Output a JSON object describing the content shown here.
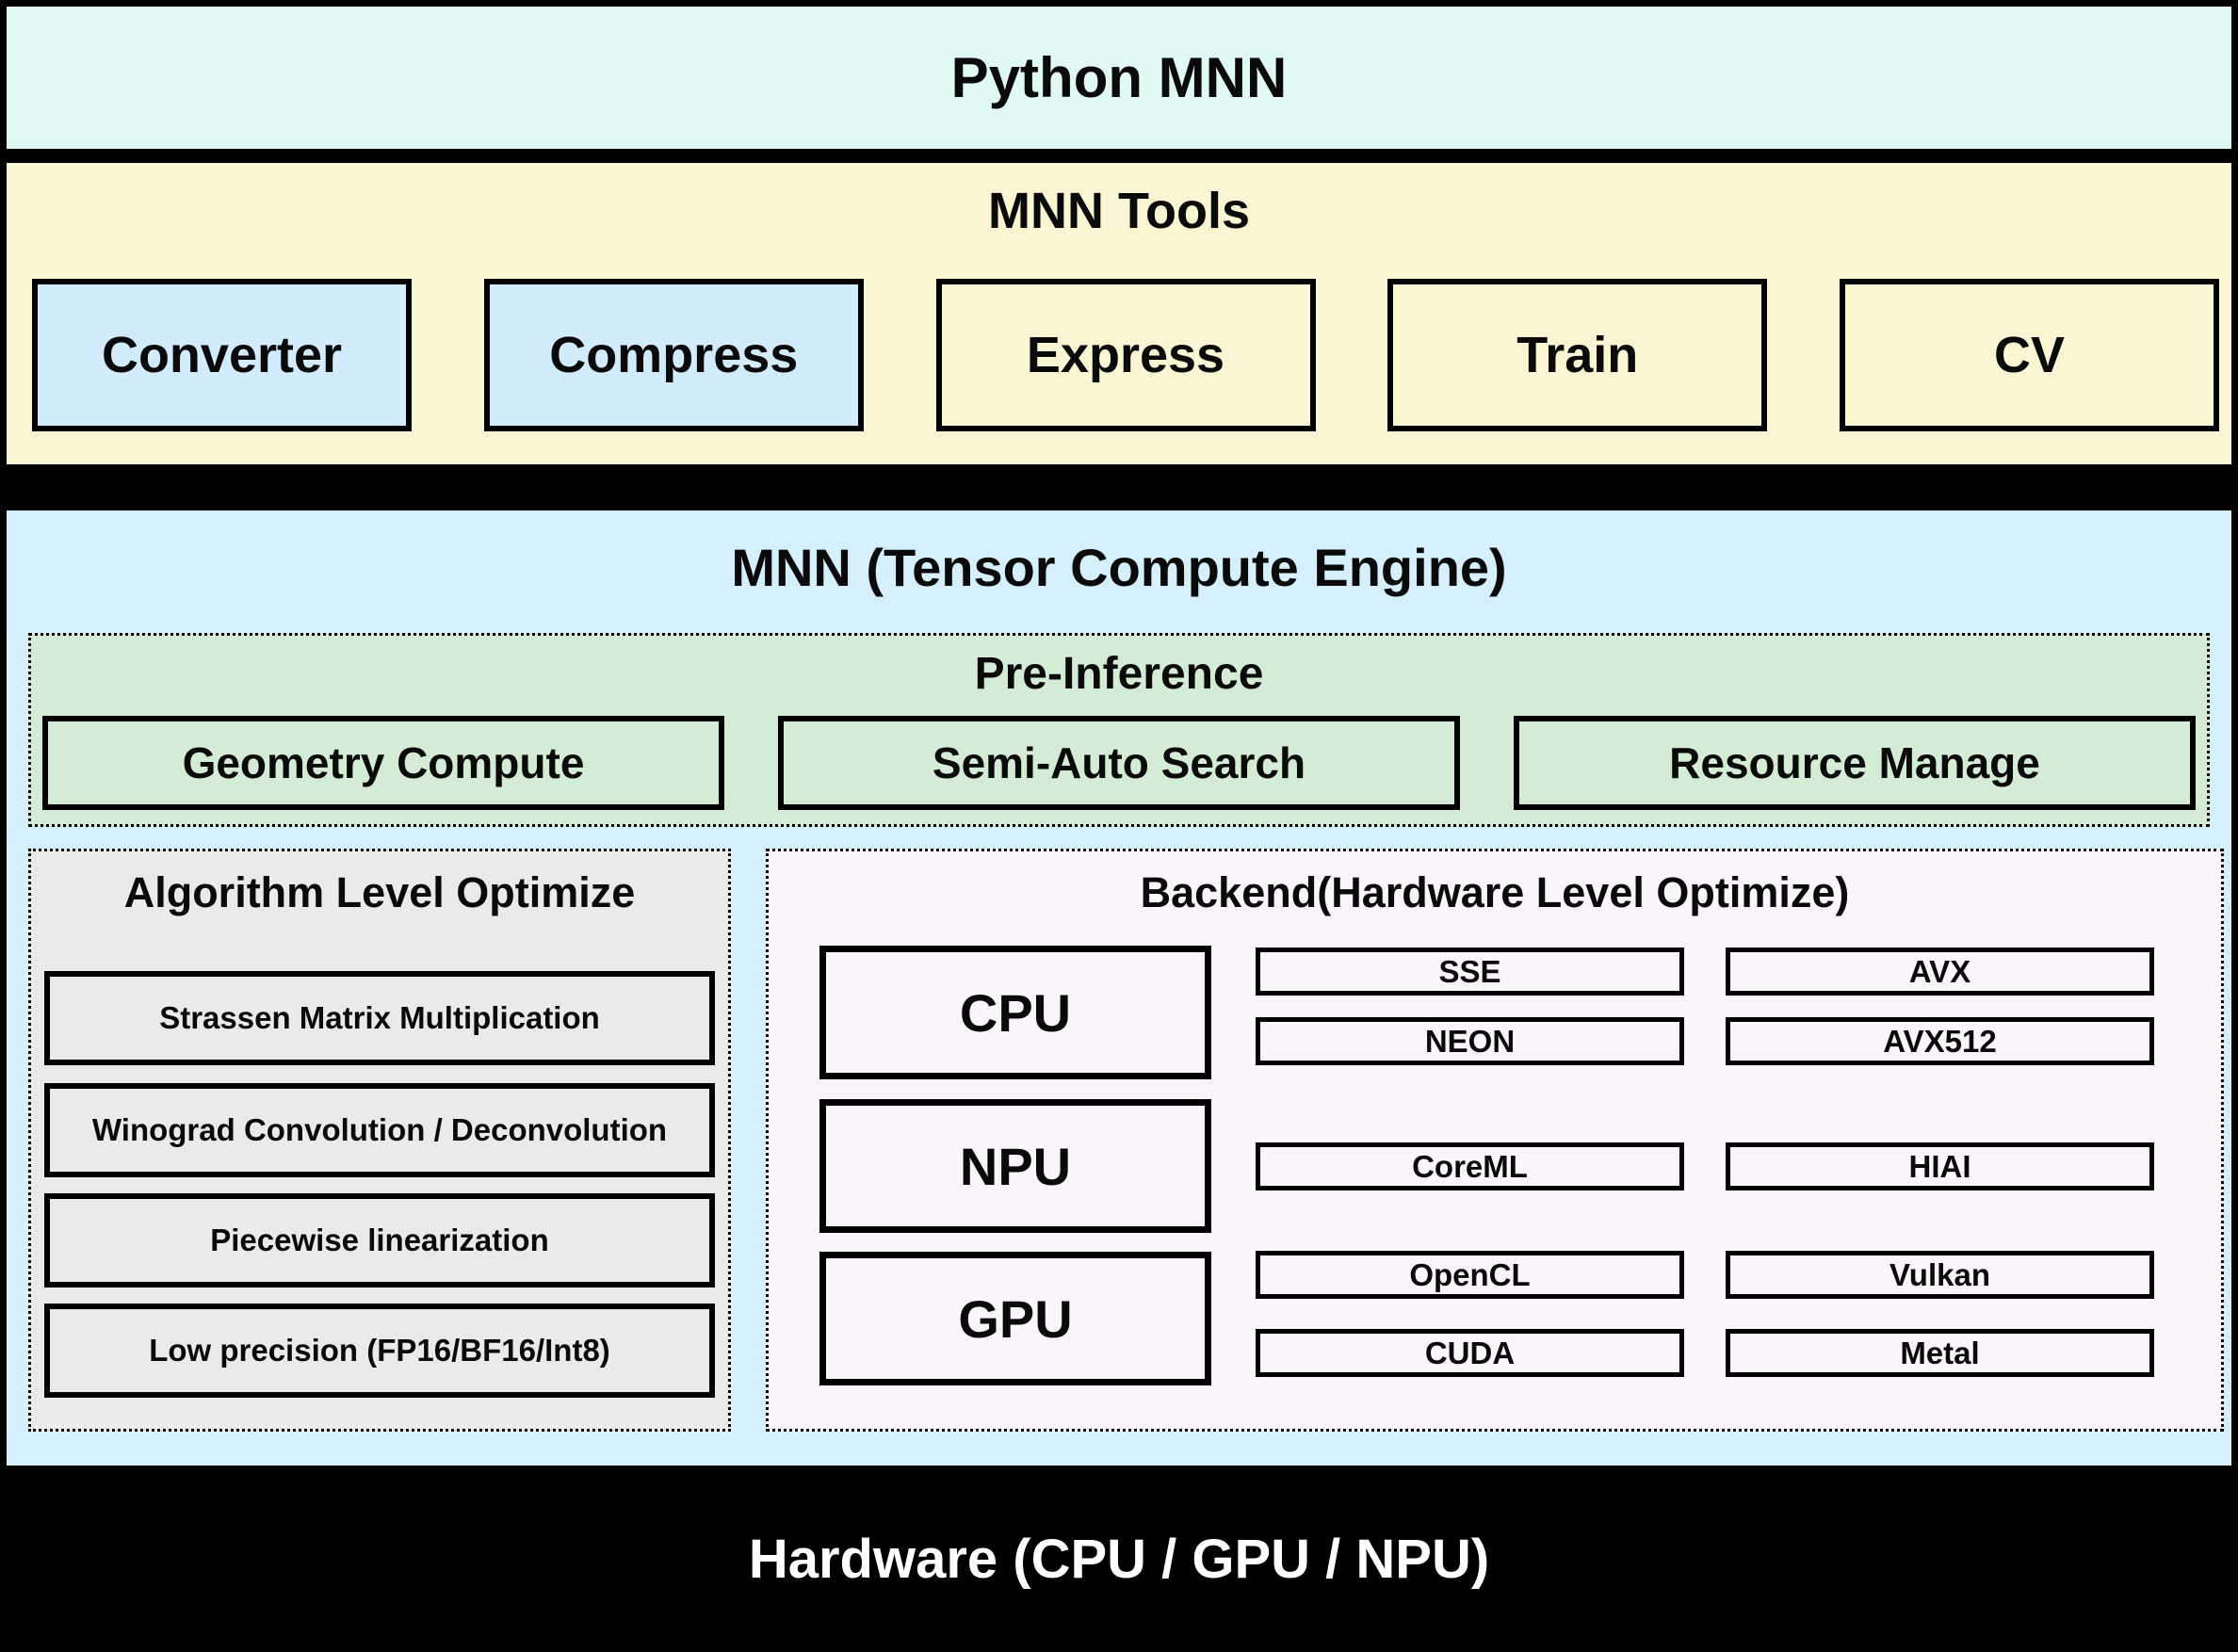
{
  "colors": {
    "page-bg": "#000000",
    "cyan": "#e0f9f4",
    "yellow": "#faf5d2",
    "tool-blue": "#d3ecfd",
    "engine-blue": "#d5f0fc",
    "green": "#d4ecd5",
    "gray": "#eaeaea",
    "lavender": "#faf5fb",
    "border": "#000000",
    "hardware-text": "#ffffff"
  },
  "python_banner": {
    "title": "Python MNN"
  },
  "tools": {
    "title": "MNN Tools",
    "items": [
      {
        "label": "Converter"
      },
      {
        "label": "Compress"
      },
      {
        "label": "Express"
      },
      {
        "label": "Train"
      },
      {
        "label": "CV"
      }
    ]
  },
  "engine": {
    "title": "MNN (Tensor Compute Engine)",
    "pre_inference": {
      "title": "Pre-Inference",
      "items": [
        "Geometry Compute",
        "Semi-Auto Search",
        "Resource Manage"
      ]
    },
    "algorithm": {
      "title": "Algorithm Level Optimize",
      "items": [
        "Strassen Matrix Multiplication",
        "Winograd Convolution / Deconvolution",
        "Piecewise linearization",
        "Low precision (FP16/BF16/Int8)"
      ]
    },
    "backend": {
      "title": "Backend(Hardware Level Optimize)",
      "processors": [
        "CPU",
        "NPU",
        "GPU"
      ],
      "accelerators": {
        "cpu": [
          "SSE",
          "AVX",
          "NEON",
          "AVX512"
        ],
        "npu": [
          "CoreML",
          "HIAI"
        ],
        "gpu": [
          "OpenCL",
          "Vulkan",
          "CUDA",
          "Metal"
        ]
      }
    }
  },
  "hardware": {
    "title": "Hardware (CPU / GPU / NPU)"
  }
}
